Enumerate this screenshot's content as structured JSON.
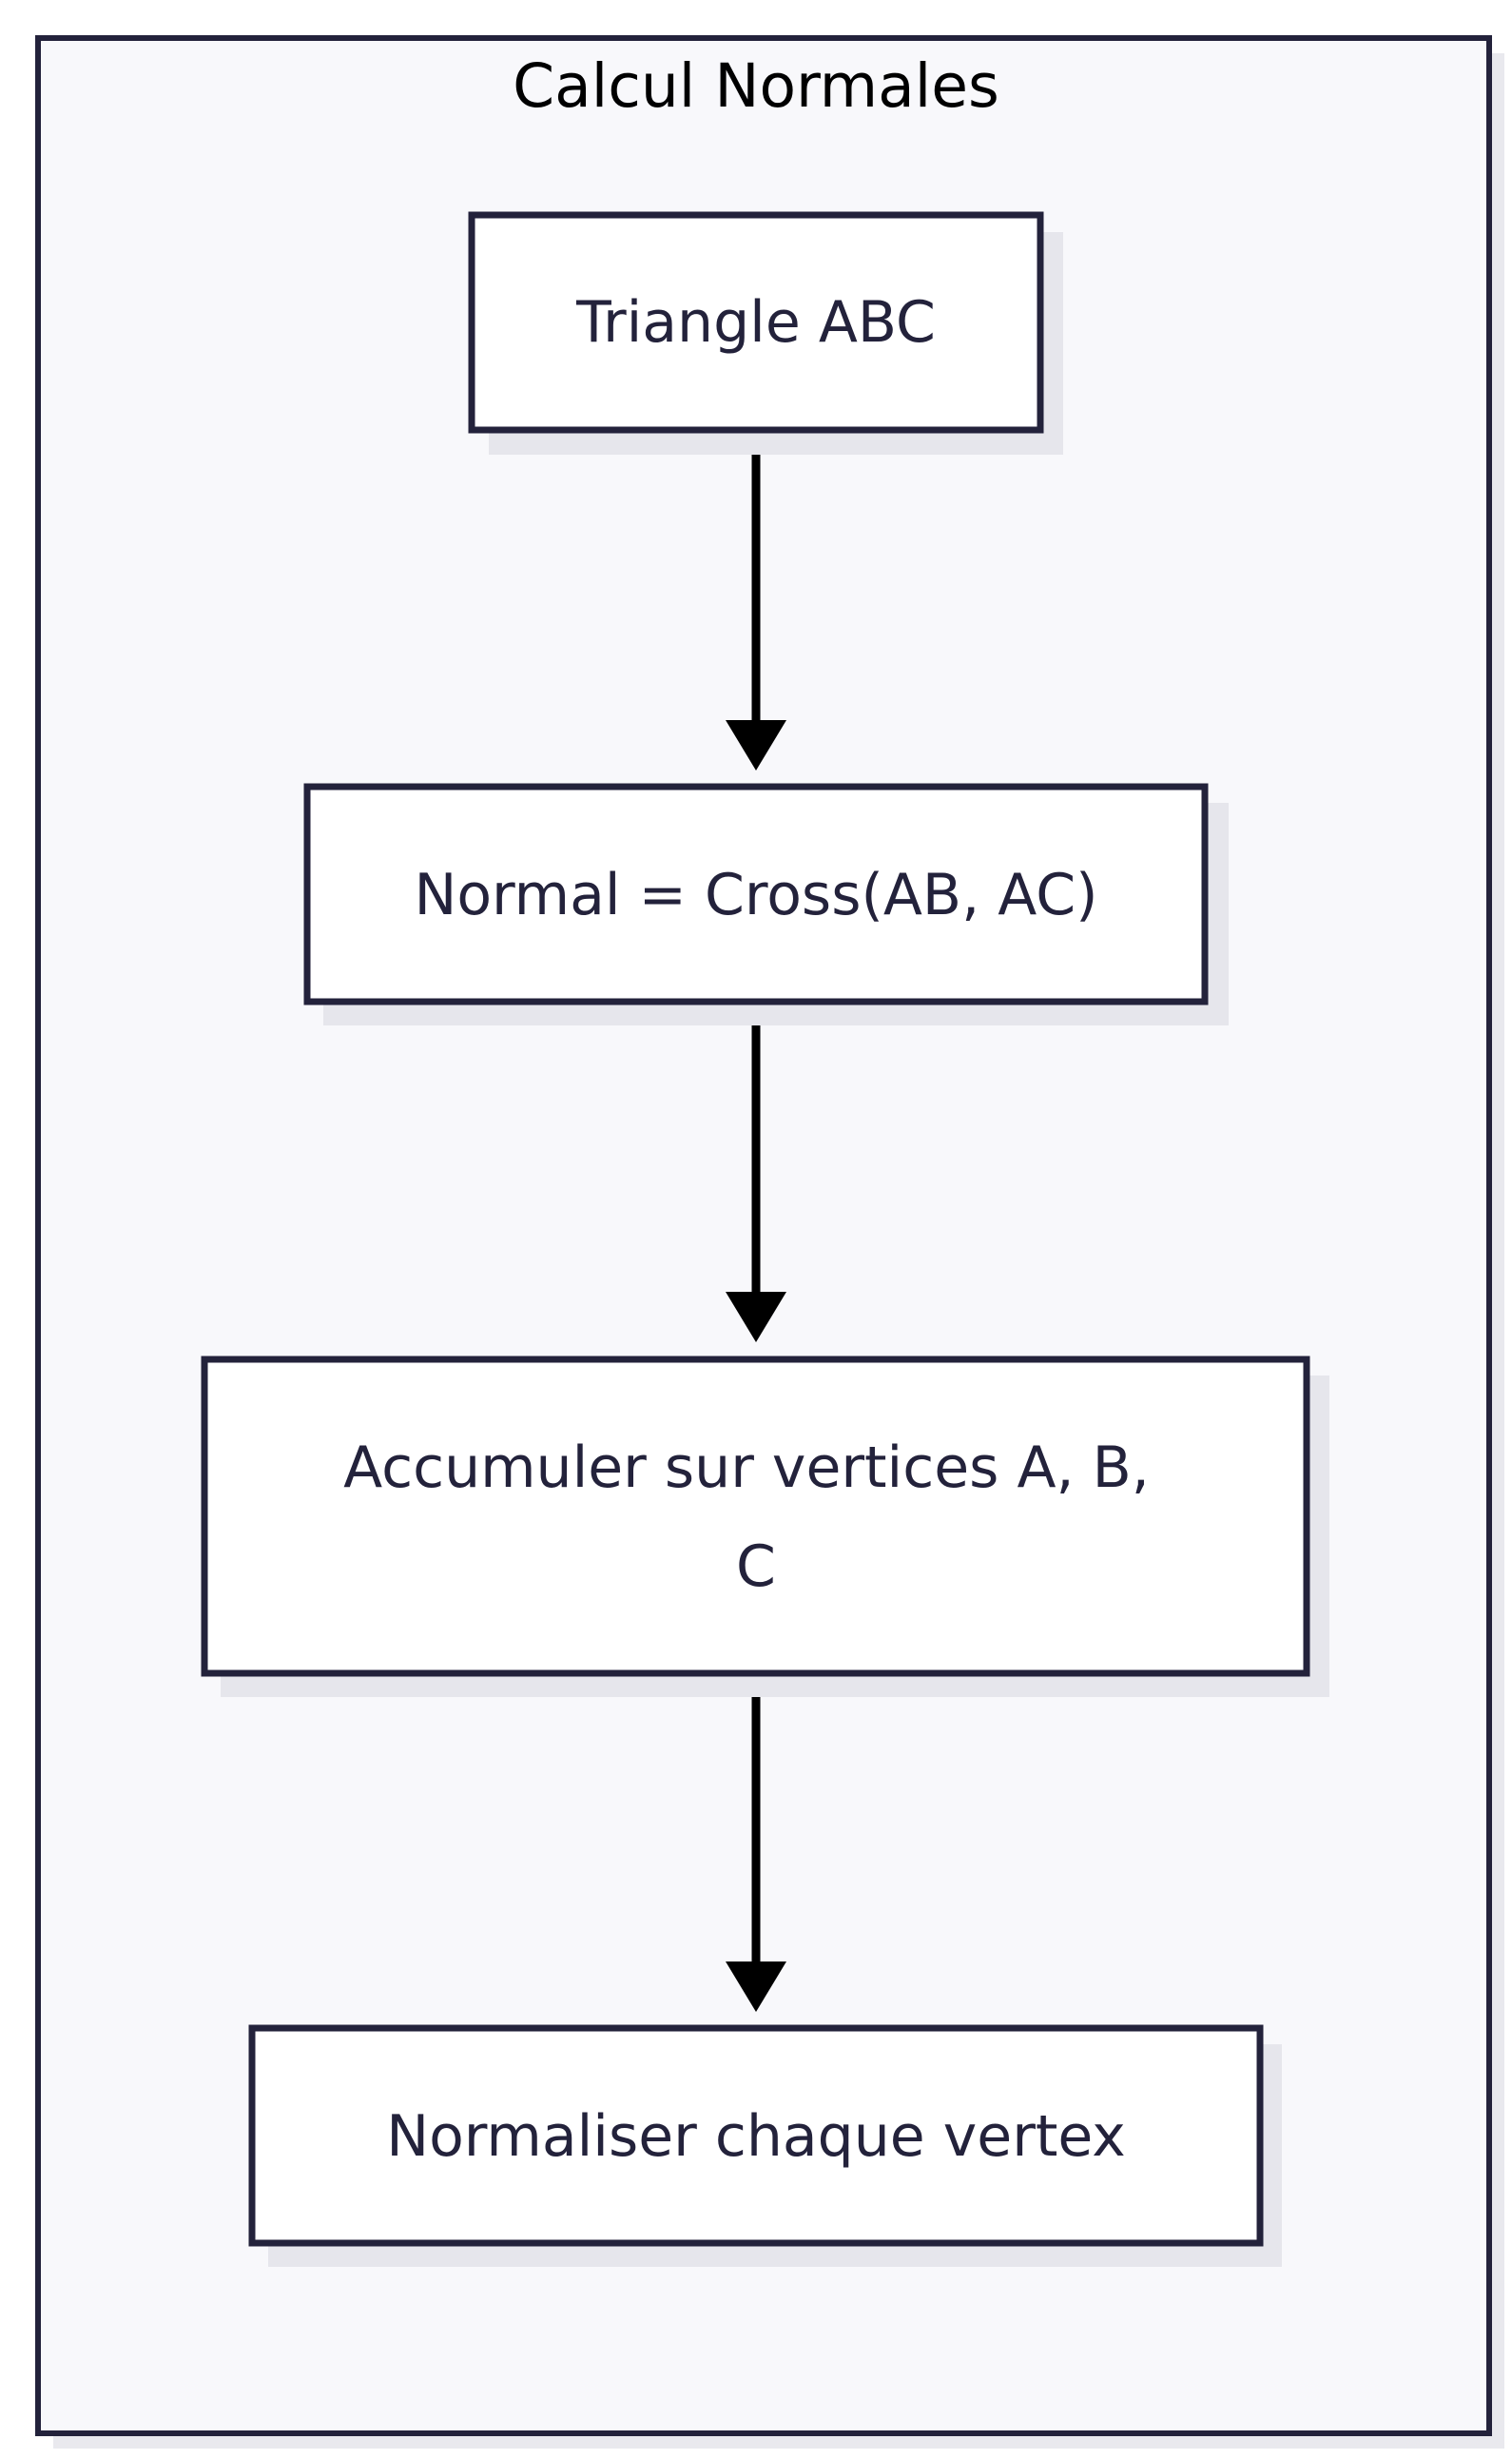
{
  "cluster": {
    "title": "Calcul Normales"
  },
  "nodes": [
    {
      "id": "triangle",
      "lines": [
        "Triangle ABC"
      ]
    },
    {
      "id": "normal",
      "lines": [
        "Normal = Cross(AB, AC)"
      ]
    },
    {
      "id": "accumuler",
      "lines": [
        "Accumuler sur vertices A, B,",
        "C"
      ]
    },
    {
      "id": "normaliser",
      "lines": [
        "Normaliser chaque vertex"
      ]
    }
  ],
  "edges": [
    {
      "from": "triangle",
      "to": "normal"
    },
    {
      "from": "normal",
      "to": "accumuler"
    },
    {
      "from": "accumuler",
      "to": "normaliser"
    }
  ],
  "colors": {
    "stroke": "#23223b",
    "cluster_fill": "#f8f8fb",
    "node_fill": "#ffffff",
    "arrow": "#000000"
  }
}
